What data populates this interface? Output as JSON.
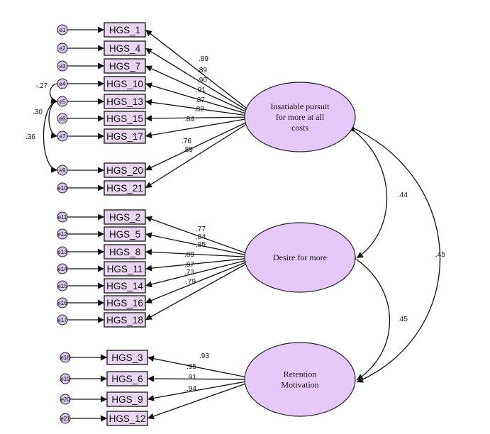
{
  "latents": [
    {
      "id": "F1",
      "lines": [
        "Insatiable pursuit",
        "for more at all",
        "costs"
      ]
    },
    {
      "id": "F2",
      "lines": [
        "Desire for more"
      ]
    },
    {
      "id": "F3",
      "lines": [
        "Retention",
        "Motivation"
      ]
    }
  ],
  "indicators": [
    {
      "label": "HGS_1",
      "error": "e1",
      "loading": ".89",
      "factor": 0
    },
    {
      "label": "HGS_4",
      "error": "e2",
      "loading": ".89",
      "factor": 0
    },
    {
      "label": "HGS_7",
      "error": "e3",
      "loading": ".90",
      "factor": 0
    },
    {
      "label": "HGS_10",
      "error": "e4",
      "loading": ".91",
      "factor": 0
    },
    {
      "label": "HGS_13",
      "error": "e5",
      "loading": ".87",
      "factor": 0
    },
    {
      "label": "HGS_15",
      "error": "e6",
      "loading": ".82",
      "factor": 0
    },
    {
      "label": "HGS_17",
      "error": "e7",
      "loading": ".84",
      "factor": 0
    },
    {
      "label": "HGS_20",
      "error": "e9",
      "loading": ".76",
      "factor": 0
    },
    {
      "label": "HGS_21",
      "error": "e10",
      "loading": ".89",
      "factor": 0
    },
    {
      "label": "HGS_2",
      "error": "e11",
      "loading": ".77",
      "factor": 1
    },
    {
      "label": "HGS_5",
      "error": "e12",
      "loading": ".84",
      "factor": 1
    },
    {
      "label": "HGS_8",
      "error": "e13",
      "loading": ".85",
      "factor": 1
    },
    {
      "label": "HGS_11",
      "error": "e14",
      "loading": ".89",
      "factor": 1
    },
    {
      "label": "HGS_14",
      "error": "e15",
      "loading": ".87",
      "factor": 1
    },
    {
      "label": "HGS_16",
      "error": "e16",
      "loading": ".73",
      "factor": 1
    },
    {
      "label": "HGS_18",
      "error": "e17",
      "loading": ".79",
      "factor": 1
    },
    {
      "label": "HGS_3",
      "error": "e18",
      "loading": ".93",
      "factor": 2
    },
    {
      "label": "HGS_6",
      "error": "e19",
      "loading": ".95",
      "factor": 2
    },
    {
      "label": "HGS_9",
      "error": "e20",
      "loading": ".91",
      "factor": 2
    },
    {
      "label": "HGS_12",
      "error": "e21",
      "loading": ".94",
      "factor": 2
    }
  ],
  "error_covariances": [
    {
      "from": "e4",
      "to": "e5",
      "value": "-.27"
    },
    {
      "from": "e5",
      "to": "e7",
      "value": ".30"
    },
    {
      "from": "e5",
      "to": "e9",
      "value": ".36"
    }
  ],
  "factor_correlations": [
    {
      "from": "F1",
      "to": "F2",
      "value": ".44"
    },
    {
      "from": "F1",
      "to": "F3",
      "value": ".45"
    },
    {
      "from": "F2",
      "to": "F3",
      "value": ".45"
    }
  ]
}
